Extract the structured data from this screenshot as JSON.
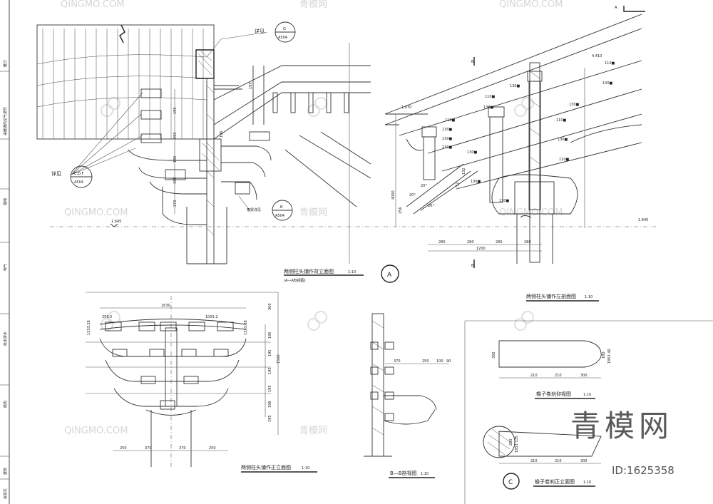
{
  "sidebar": {
    "labels": [
      "暖力",
      "采暖通风空气调节",
      "强电",
      "电气",
      "给水排水",
      "结构",
      "建筑",
      "总图",
      "会签栏"
    ]
  },
  "panel_a": {
    "callout_g_label": "详见",
    "callout_g_top": "G",
    "callout_g_bottom": "A504",
    "callout_cdf_label": "详见",
    "callout_cdf_top": "C,D,F",
    "callout_cdf_bottom": "A504",
    "callout_b_label": "角梁详见",
    "callout_b_top": "B",
    "callout_b_bottom": "A504",
    "title": "两侧柱头铺作背立面图",
    "scale": "1:10",
    "subtitle": "(A—A剖视图)",
    "marker": "A",
    "level": "1.645",
    "dims_v": [
      "195",
      "195",
      "195",
      "195",
      "272",
      "196",
      "195"
    ]
  },
  "panel_section": {
    "marker_top": "A",
    "marker_b_top": "B",
    "marker_b_bottom": "B",
    "level_left": "1.070",
    "level_right": "1.645",
    "level_top": "4.410",
    "tags": [
      "110■",
      "130■",
      "110■",
      "130■",
      "130■",
      "110■",
      "130■",
      "130■",
      "130■",
      "110■",
      "130■",
      "110■",
      "130■",
      "130■",
      "130■",
      "130■"
    ],
    "angles": [
      "20°",
      "20°",
      "20°"
    ],
    "dims_h": [
      "280",
      "280",
      "280",
      "280"
    ],
    "dim_total": "1200",
    "dims_v": [
      "4000",
      "256",
      "132",
      "52"
    ],
    "title": "两侧柱头铺作左剖面图",
    "scale": "1:10"
  },
  "panel_front": {
    "dims_top": [
      "1630",
      "1003.2",
      "256.5"
    ],
    "dims_left": [
      "1333.28"
    ],
    "dims_right": [
      "1333.28",
      "300",
      "1550"
    ],
    "dims_bottom": [
      "250",
      "370",
      "370",
      "250"
    ],
    "dims_v": [
      "195",
      "195",
      "195",
      "195",
      "196",
      "195"
    ],
    "title": "两侧柱头铺作正立面图",
    "scale": "1:10"
  },
  "panel_bsection": {
    "dims": [
      "370",
      "250",
      "100",
      "90"
    ],
    "title": "B—B剖视图",
    "scale": "1:10"
  },
  "panel_c": {
    "plan_title": "檐子卷刹仰视图",
    "plan_scale": "1:10",
    "plan_dims": [
      "210",
      "210",
      "300"
    ],
    "plan_dims_v": [
      "300",
      "180",
      "1853.40"
    ],
    "elev_title": "檐子卷刹正立面图",
    "elev_scale": "1:10",
    "elev_dims": [
      "210",
      "210",
      "300"
    ],
    "elev_dims_v": [
      "200",
      "1853.135"
    ],
    "marker": "C"
  },
  "watermarks": [
    "QINGMO.COM",
    "青模网"
  ],
  "brand": "青模网",
  "id_label": "ID:1625358"
}
